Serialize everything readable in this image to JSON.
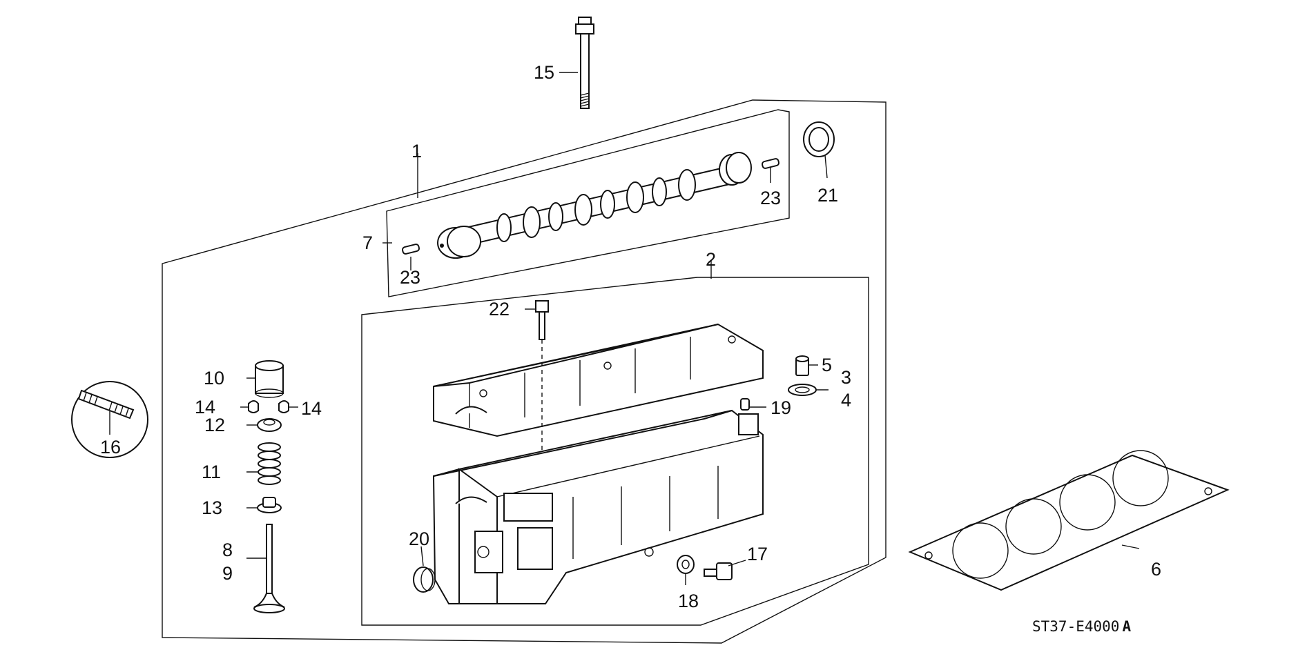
{
  "diagram": {
    "callouts": {
      "c1": "1",
      "c2": "2",
      "c3": "3",
      "c4": "4",
      "c5": "5",
      "c6": "6",
      "c7": "7",
      "c8": "8",
      "c9": "9",
      "c10": "10",
      "c11": "11",
      "c12": "12",
      "c13": "13",
      "c14a": "14",
      "c14b": "14",
      "c15": "15",
      "c16": "16",
      "c17": "17",
      "c18": "18",
      "c19": "19",
      "c20": "20",
      "c21": "21",
      "c22": "22",
      "c23a": "23",
      "c23b": "23"
    },
    "reference_code": "ST37-E4000",
    "reference_suffix": "A"
  }
}
